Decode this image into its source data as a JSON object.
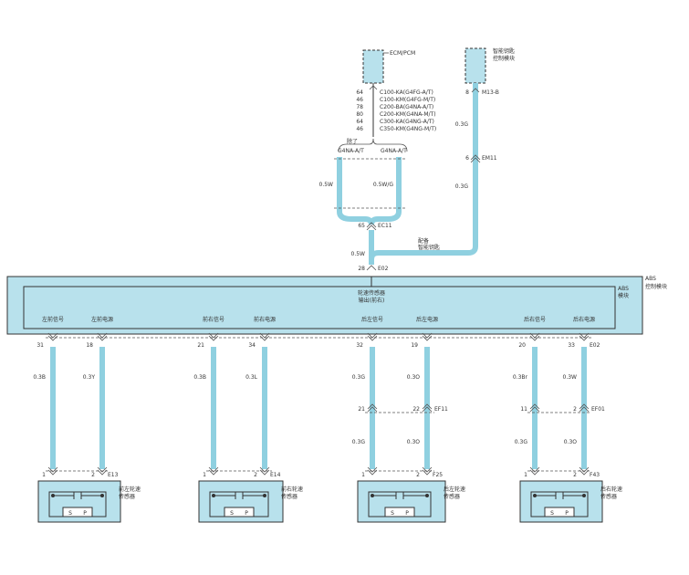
{
  "top": {
    "ecm_label": "ECM/PCM",
    "smart_key_label_1": "智能钥匙",
    "smart_key_label_2": "控制模块",
    "ecm_pins": [
      "64",
      "46",
      "78",
      "80",
      "64",
      "46"
    ],
    "ecm_connectors": [
      "C100-KA(G4FG-A/T)",
      "C100-KM(G4FG-M/T)",
      "C200-BA(G4NA-A/T)",
      "C200-KM(G4NA-M/T)",
      "C300-KA(G4NG-A/T)",
      "C350-KM(G4NG-M/T)"
    ],
    "sk_pin": "8",
    "sk_connector": "M13-B",
    "sk_wire": "0.3G",
    "branch_left": "除了",
    "branch_left_2": "G4NA-A/T",
    "branch_right": "G4NA-A/T",
    "wire_left": "0.5W",
    "wire_mid": "0.5W/G",
    "em_pin": "6",
    "em_connector": "EM11",
    "em_wire": "0.3G",
    "ec_pin": "65",
    "ec_connector": "EC11",
    "opt_1": "配备",
    "opt_2": "智能钥匙",
    "abs_wire": "0.5W",
    "abs_pin": "28",
    "abs_connector": "E02"
  },
  "abs": {
    "module_label_1": "ABS",
    "module_label_2": "控制模块",
    "inner_right_1": "ABS",
    "inner_right_2": "模块",
    "center_1": "轮速传感器",
    "center_2": "输出(前右)",
    "signals": [
      "左前信号",
      "左前电源",
      "前右信号",
      "前右电源",
      "后左信号",
      "后左电源",
      "后右信号",
      "后右电源"
    ],
    "pins": [
      "31",
      "18",
      "21",
      "34",
      "32",
      "19",
      "20",
      "33"
    ],
    "connector": "E02"
  },
  "sensors": [
    {
      "wire_a": "0.3B",
      "wire_b": "0.3Y",
      "pin_a": "1",
      "pin_b": "2",
      "connector": "E13",
      "name_1": "前左轮速",
      "name_2": "传感器",
      "mid": null
    },
    {
      "wire_a": "0.3B",
      "wire_b": "0.3L",
      "pin_a": "1",
      "pin_b": "2",
      "connector": "E14",
      "name_1": "前右轮速",
      "name_2": "传感器",
      "mid": null
    },
    {
      "wire_a": "0.3G",
      "wire_b": "0.3O",
      "pin_a": "1",
      "pin_b": "2",
      "connector": "F25",
      "name_1": "后左轮速",
      "name_2": "传感器",
      "mid": {
        "pin_a": "21",
        "pin_b": "22",
        "connector": "EF11",
        "wire_a": "0.3G",
        "wire_b": "0.3O"
      }
    },
    {
      "wire_a": "0.3Br",
      "wire_b": "0.3W",
      "pin_a": "1",
      "pin_b": "2",
      "connector": "F43",
      "name_1": "后右轮速",
      "name_2": "传感器",
      "mid": {
        "pin_a": "11",
        "pin_b": "2",
        "connector": "EF01",
        "wire_a": "0.3G",
        "wire_b": "0.3O"
      }
    }
  ],
  "sensor_terms": {
    "s": "S",
    "p": "P"
  }
}
